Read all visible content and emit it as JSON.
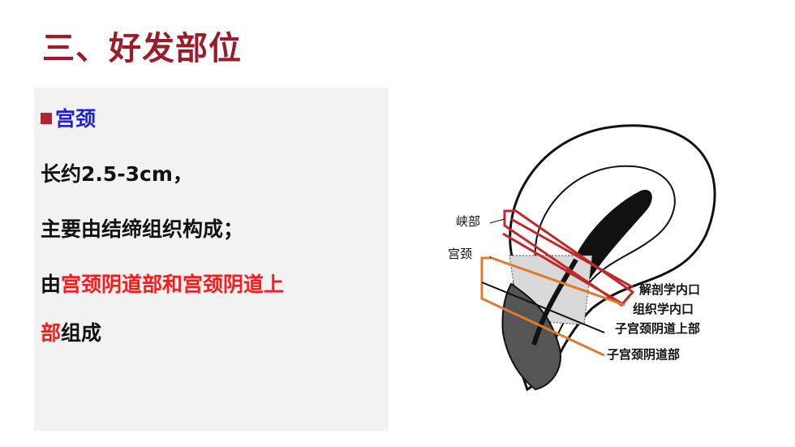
{
  "slide": {
    "title": "三、好发部位"
  },
  "content": {
    "heading": "宫颈",
    "line1": "长约2.5-3cm，",
    "line2": "主要由结缔组织构成；",
    "line3_prefix": "由",
    "line3_highlight": "宫颈阴道部和宫颈阴道上",
    "line4_highlight": "部",
    "line4_suffix": "组成"
  },
  "diagram": {
    "labels": {
      "isthmus": "峡部",
      "cervix": "宫颈",
      "anatomical_os": "解剖学内口",
      "histological_os": "组织学内口",
      "supravaginal": "子宫颈阴道上部",
      "vaginal": "子宫颈阴道部"
    }
  },
  "colors": {
    "title": "#9b1c2b",
    "heading": "#1f1fd6",
    "highlight": "#ff1a1a",
    "red_box": "#c0282c",
    "orange_box": "#e07a2e"
  }
}
